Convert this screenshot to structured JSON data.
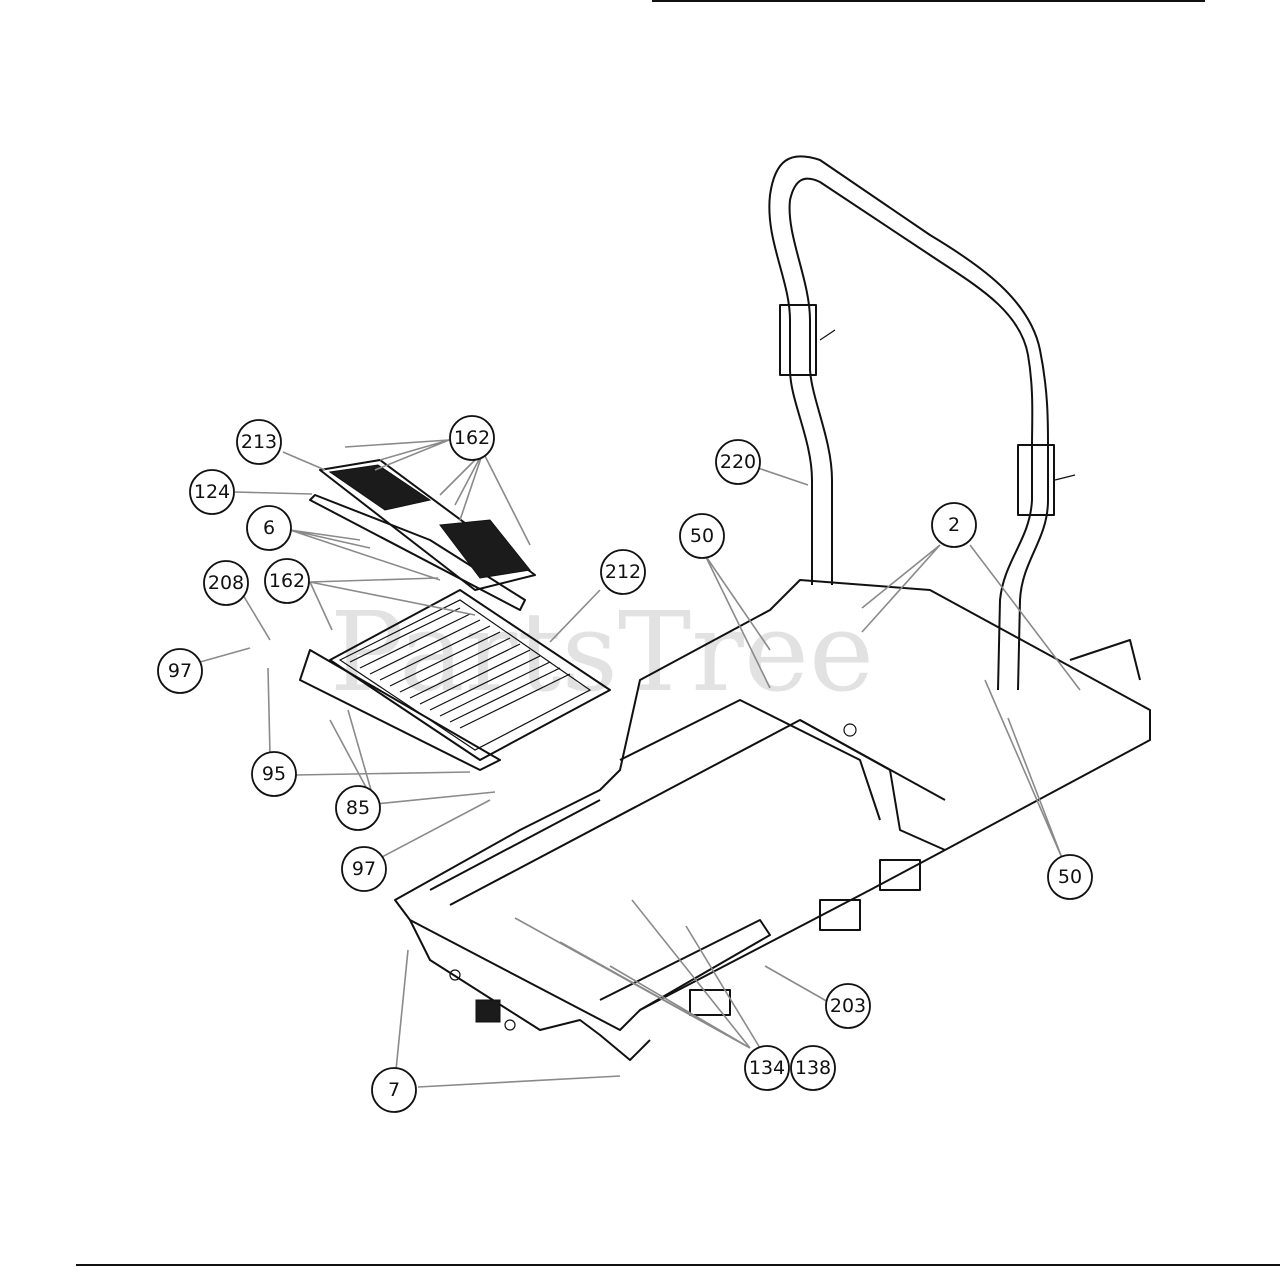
{
  "watermark": "PartsTree",
  "callouts": [
    {
      "id": "callout-213",
      "label": "213"
    },
    {
      "id": "callout-162-top",
      "label": "162"
    },
    {
      "id": "callout-124",
      "label": "124"
    },
    {
      "id": "callout-6",
      "label": "6"
    },
    {
      "id": "callout-208",
      "label": "208"
    },
    {
      "id": "callout-162-mid",
      "label": "162"
    },
    {
      "id": "callout-212",
      "label": "212"
    },
    {
      "id": "callout-97-left",
      "label": "97"
    },
    {
      "id": "callout-95",
      "label": "95"
    },
    {
      "id": "callout-85",
      "label": "85"
    },
    {
      "id": "callout-97-bottom",
      "label": "97"
    },
    {
      "id": "callout-220",
      "label": "220"
    },
    {
      "id": "callout-50-left",
      "label": "50"
    },
    {
      "id": "callout-2",
      "label": "2"
    },
    {
      "id": "callout-50-right",
      "label": "50"
    },
    {
      "id": "callout-203",
      "label": "203"
    },
    {
      "id": "callout-134",
      "label": "134"
    },
    {
      "id": "callout-138",
      "label": "138"
    },
    {
      "id": "callout-7",
      "label": "7"
    }
  ]
}
